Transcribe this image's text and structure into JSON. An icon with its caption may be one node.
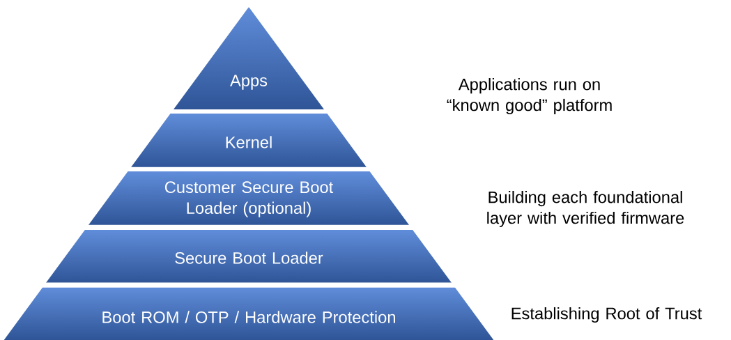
{
  "diagram": {
    "nodes": [
      {
        "text": [
          "Apps"
        ]
      },
      {
        "text": [
          "Kernel"
        ]
      },
      {
        "text": [
          "Customer Secure Boot Loader (optional)"
        ]
      },
      {
        "text": [
          "Secure Boot Loader"
        ]
      },
      {
        "text": [
          "Boot ROM / OTP / Hardware Protection"
        ]
      }
    ],
    "labels": [
      "Applications run on “known good” platform",
      "Building each foundational layer with verified firmware",
      "Establishing Root of Trust"
    ]
  }
}
